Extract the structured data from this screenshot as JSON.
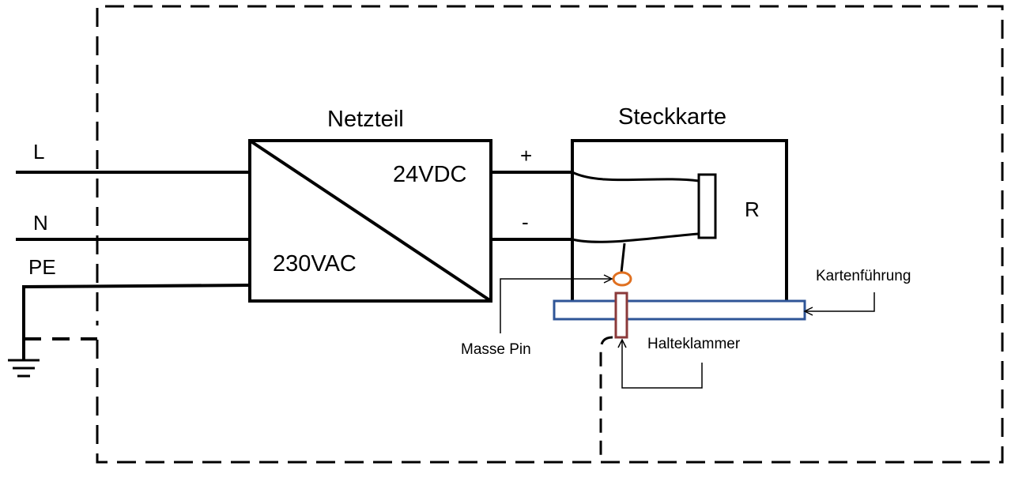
{
  "labels": {
    "netzteil": "Netzteil",
    "steckkarte": "Steckkarte",
    "L": "L",
    "N": "N",
    "PE": "PE",
    "v24dc": "24VDC",
    "v230ac": "230VAC",
    "plus": "+",
    "minus": "-",
    "R": "R",
    "kartenfuehrung": "Kartenführung",
    "masse_pin": "Masse Pin",
    "halteklammer": "Halteklammer"
  },
  "colors": {
    "line": "#000000",
    "card_guide": "#2f5597",
    "clip": "#8b3a3a",
    "pin": "#e07020"
  }
}
